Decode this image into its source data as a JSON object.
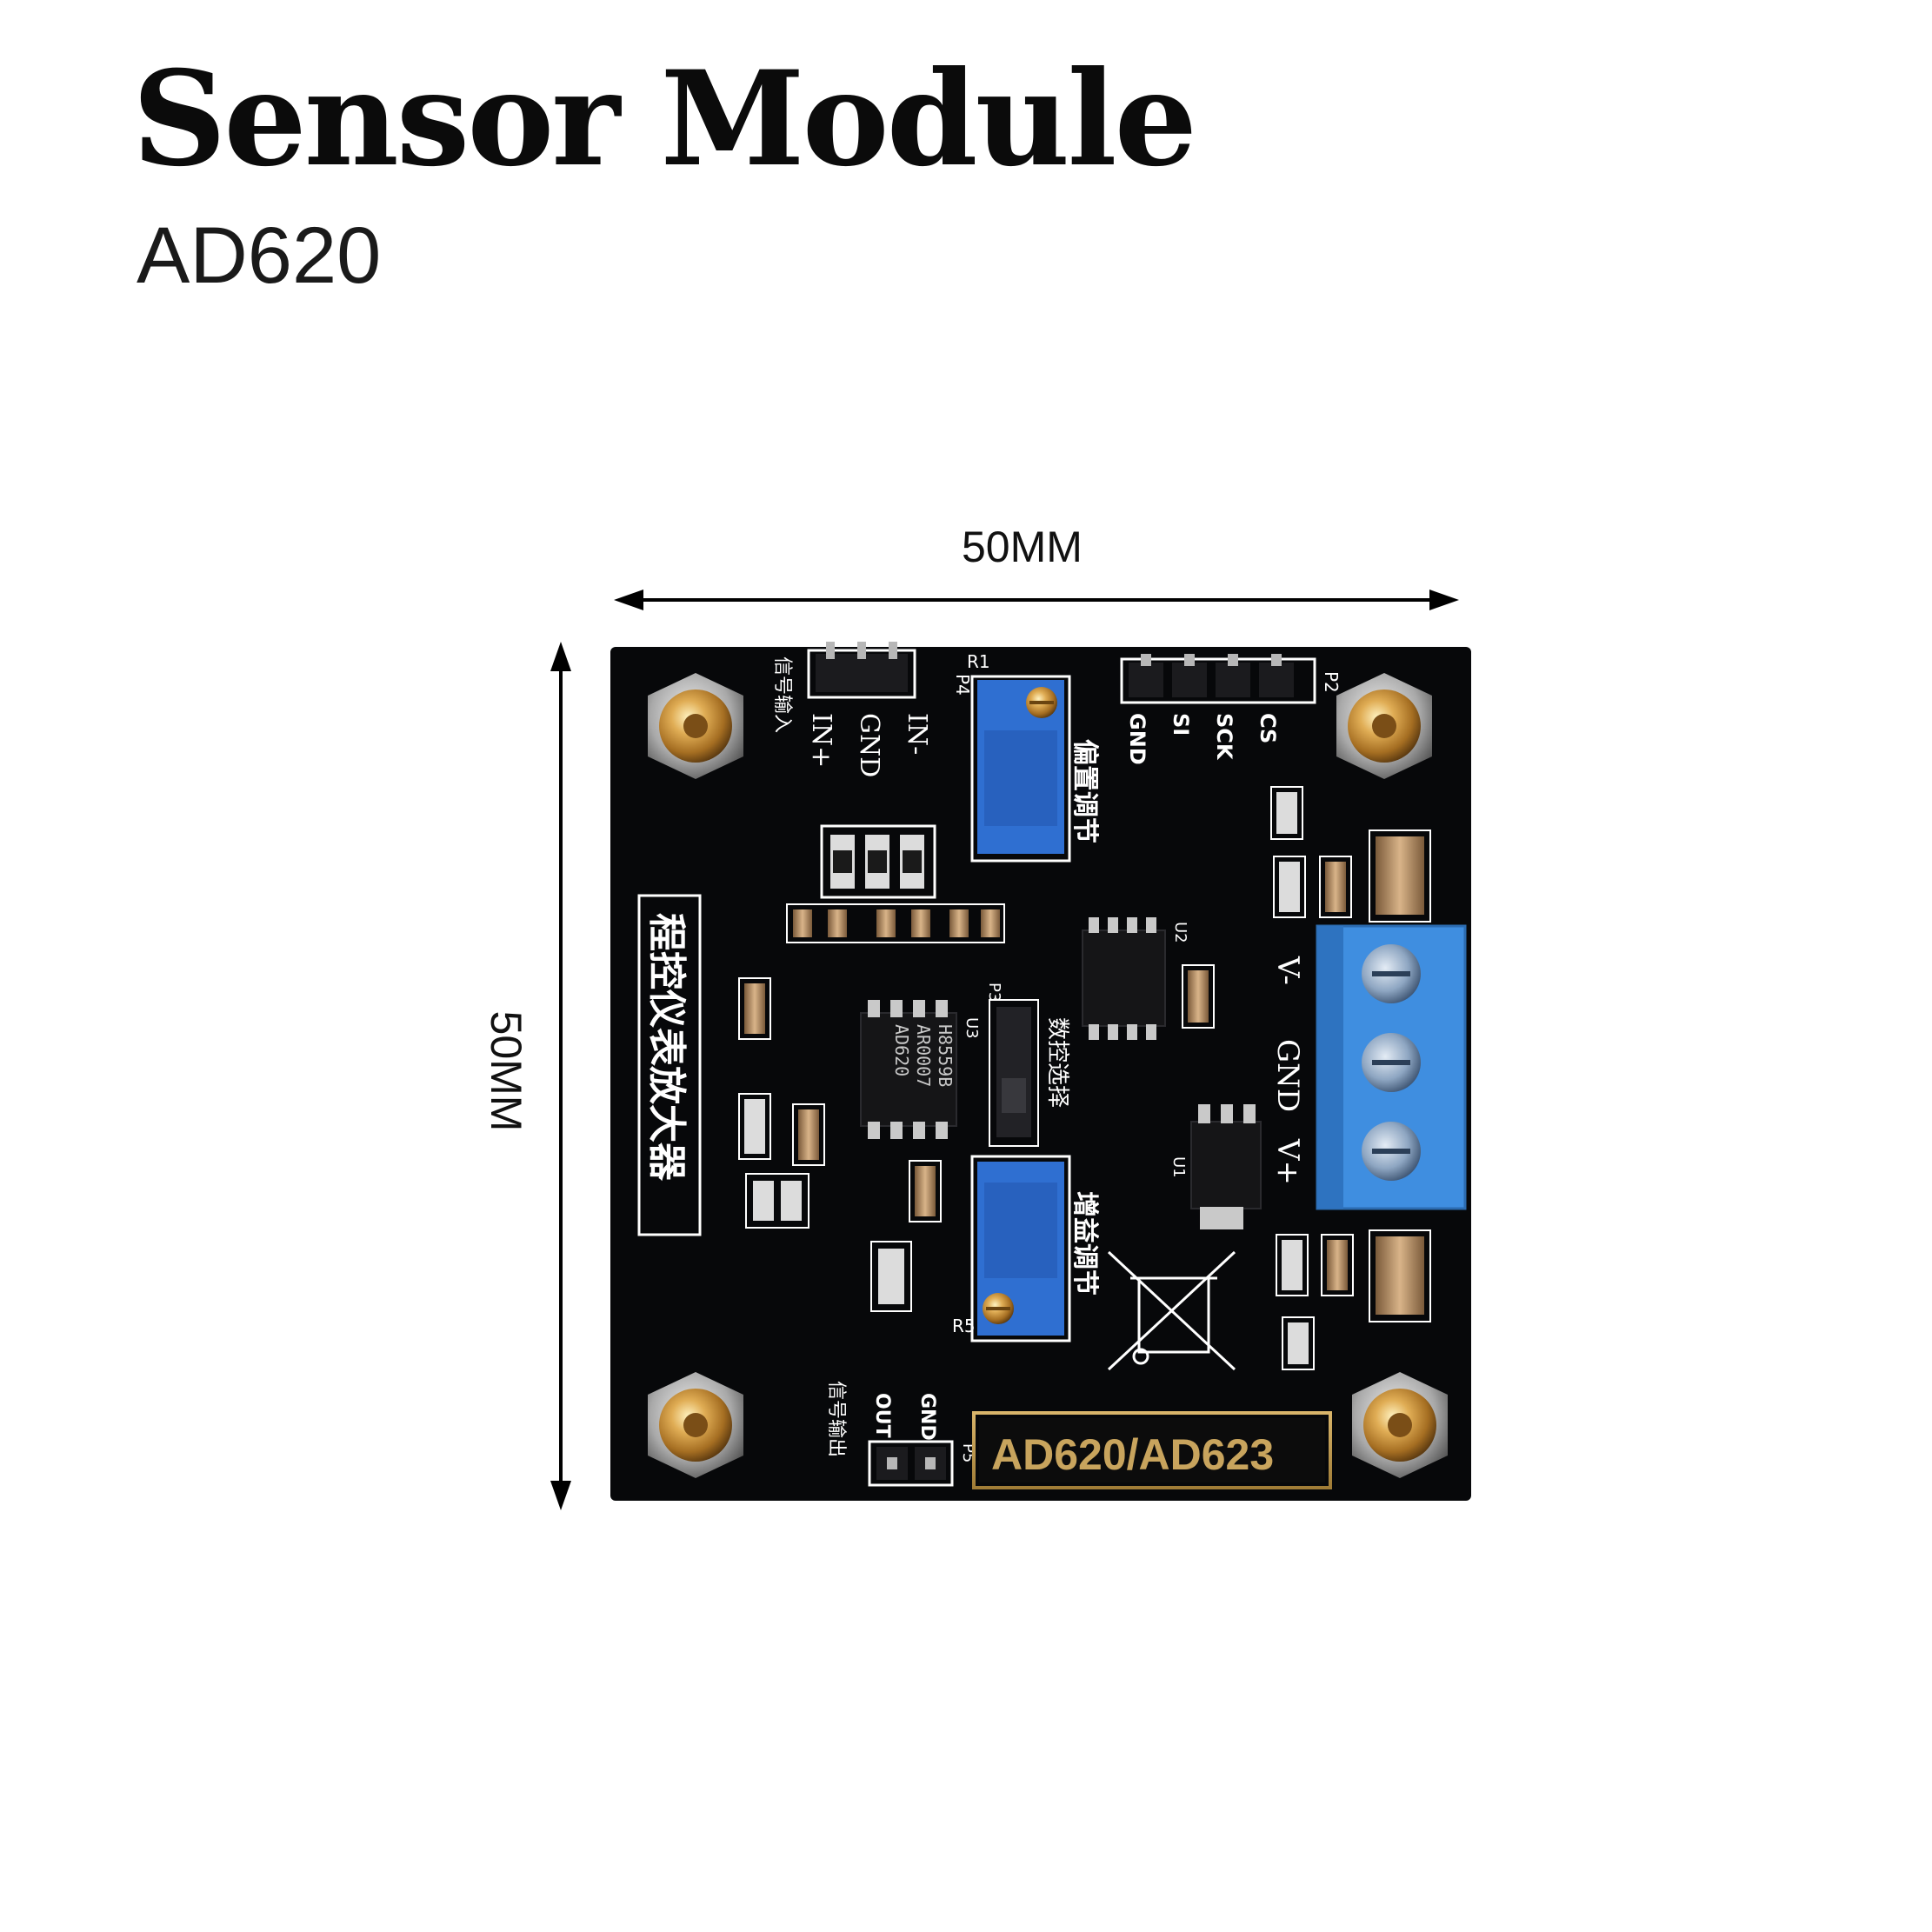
{
  "title": "Sensor Module",
  "subtitle": "AD620",
  "dimensions": {
    "width_label": "50MM",
    "height_label": "50MM"
  },
  "board": {
    "name_plate": "AD620/AD623",
    "vertical_title": "程控仪表放大器",
    "input_header": {
      "ref": "P4",
      "label": "信号输入",
      "pins": [
        "IN+",
        "GND",
        "IN-"
      ]
    },
    "spi_header": {
      "ref": "P2",
      "pins": [
        "GND",
        "SI",
        "SCK",
        "CS"
      ]
    },
    "output_header": {
      "ref": "P5",
      "label": "信号输出",
      "pins": [
        "OUT",
        "GND"
      ]
    },
    "power_terminal": {
      "pins": [
        "V-",
        "GND",
        "V+"
      ]
    },
    "chips": [
      {
        "ref": "U3",
        "marking": [
          "AD620",
          "AR0007",
          "H8559B"
        ]
      },
      {
        "ref": "U2",
        "marking": []
      },
      {
        "ref": "U1",
        "marking": []
      }
    ],
    "trimmers": [
      {
        "ref": "R1",
        "label": "偏置调节"
      },
      {
        "ref": "R5",
        "label": "增益调节"
      }
    ],
    "jumper": {
      "ref": "P3",
      "label": "数控选择"
    },
    "colors": {
      "pcb": "#07080a",
      "silkscreen": "#ffffff",
      "trimmer": "#2f6fd1",
      "terminal": "#3f8ee0",
      "brass": "#c9933f",
      "plate": "#c8a45d"
    }
  }
}
